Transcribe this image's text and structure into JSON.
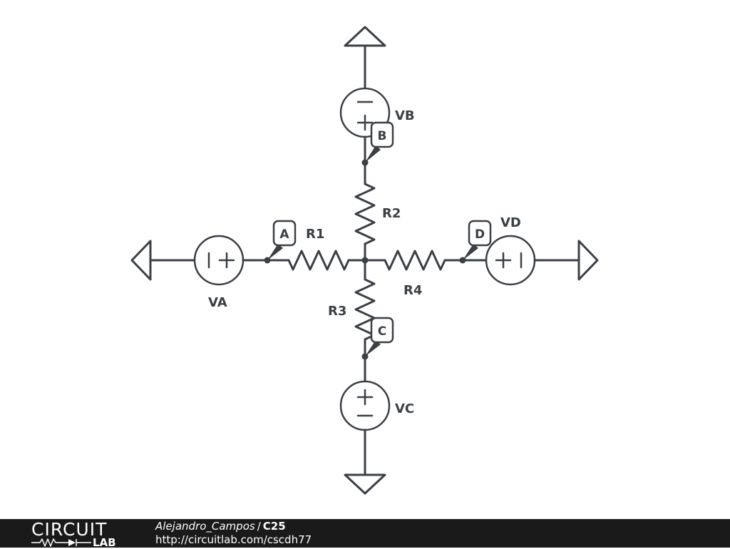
{
  "components": {
    "VA": "VA",
    "VB": "VB",
    "VC": "VC",
    "VD": "VD",
    "R1": "R1",
    "R2": "R2",
    "R3": "R3",
    "R4": "R4"
  },
  "node_tags": {
    "A": "A",
    "B": "B",
    "C": "C",
    "D": "D"
  },
  "source_symbols": {
    "plus": "+",
    "minus": "−",
    "bar": "|"
  },
  "footer": {
    "logo_top": "CIRCUIT",
    "logo_bottom": "LAB",
    "author": "Alejandro_Campos",
    "separator": "/",
    "title": "C25",
    "url": "http://circuitlab.com/cscdh77"
  },
  "colors": {
    "ink": "#3b4046",
    "background": "#ffffff",
    "footer": "#1a1a1a"
  },
  "icons": [
    "ground-symbol",
    "voltage-source",
    "resistor",
    "node-dot",
    "node-label-tag"
  ]
}
